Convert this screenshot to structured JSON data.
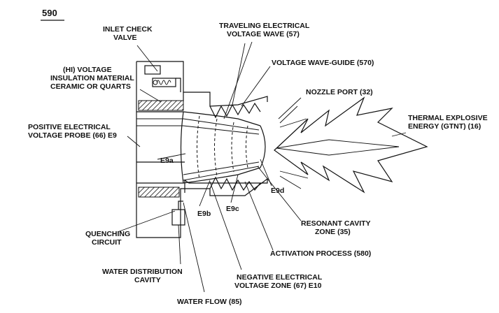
{
  "figure": {
    "number": "590"
  },
  "labels": {
    "inlet_check_valve": [
      "INLET CHECK",
      "VALVE"
    ],
    "traveling_wave": [
      "TRAVELING ELECTRICAL",
      "VOLTAGE WAVE (57)"
    ],
    "wave_guide": [
      "VOLTAGE WAVE-GUIDE (570)"
    ],
    "insulation": [
      "(HI) VOLTAGE",
      "INSULATION MATERIAL",
      "CERAMIC OR QUARTS"
    ],
    "nozzle_port": [
      "NOZZLE PORT (32)"
    ],
    "thermal_energy": [
      "THERMAL EXPLOSIVE",
      "ENERGY (GTNT) (16)"
    ],
    "positive_probe": [
      "POSITIVE ELECTRICAL",
      "VOLTAGE  PROBE (66) E9"
    ],
    "e9a": "E9a",
    "e9b": "E9b",
    "e9c": "E9c",
    "e9d": "E9d",
    "resonant_cavity": [
      "RESONANT CAVITY",
      "ZONE (35)"
    ],
    "quenching": [
      "QUENCHING",
      "CIRCUIT"
    ],
    "activation": [
      "ACTIVATION PROCESS (580)"
    ],
    "water_distribution": [
      "WATER DISTRIBUTION",
      "CAVITY"
    ],
    "negative_zone": [
      "NEGATIVE ELECTRICAL",
      "VOLTAGE ZONE (67) E10"
    ],
    "water_flow": [
      "WATER FLOW (85)"
    ]
  }
}
